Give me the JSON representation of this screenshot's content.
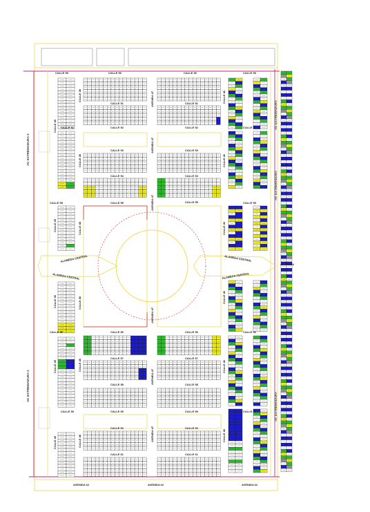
{
  "streets": {
    "calle_50": "CALLE 50",
    "calle_51": "CALLE 51",
    "calle_52": "CALLE 52",
    "calle_53": "CALLE 53",
    "calle_54": "CALLE 54",
    "calle_55": "CALLE 55",
    "calle_56": "CALLE 56",
    "calle_57": "CALLE 57",
    "calle_58": "CALLE 58",
    "calle_59": "CALLE 59",
    "calle_60": "CALLE 60",
    "calle_61": "CALLE 61",
    "calle_48": "CALLE 48",
    "calle_49": "CALLE 49",
    "calle_46": "CALLE 46",
    "avenida_47": "AVENIDA 47",
    "avenida_62": "AVENIDA 62",
    "alameda_central": "ALAMEDA CENTRAL",
    "alameda": "ALAMEDA"
  },
  "arterials": {
    "av_extremadura": "AV. EXTREMADURA 2",
    "av_extremadura_right": "AV. EXTREMADURA"
  },
  "colors": {
    "street_line": "#e8d84a",
    "boundary": "#c0268f",
    "lot_outline": "#222222",
    "lot_green": "#2fbf2f",
    "lot_blue": "#1a1acc",
    "lot_yellow": "#f2f21a",
    "lot_gray": "#9a9a9a",
    "roundabout": "#f2d020",
    "plaza_red": "#d42a2a"
  }
}
